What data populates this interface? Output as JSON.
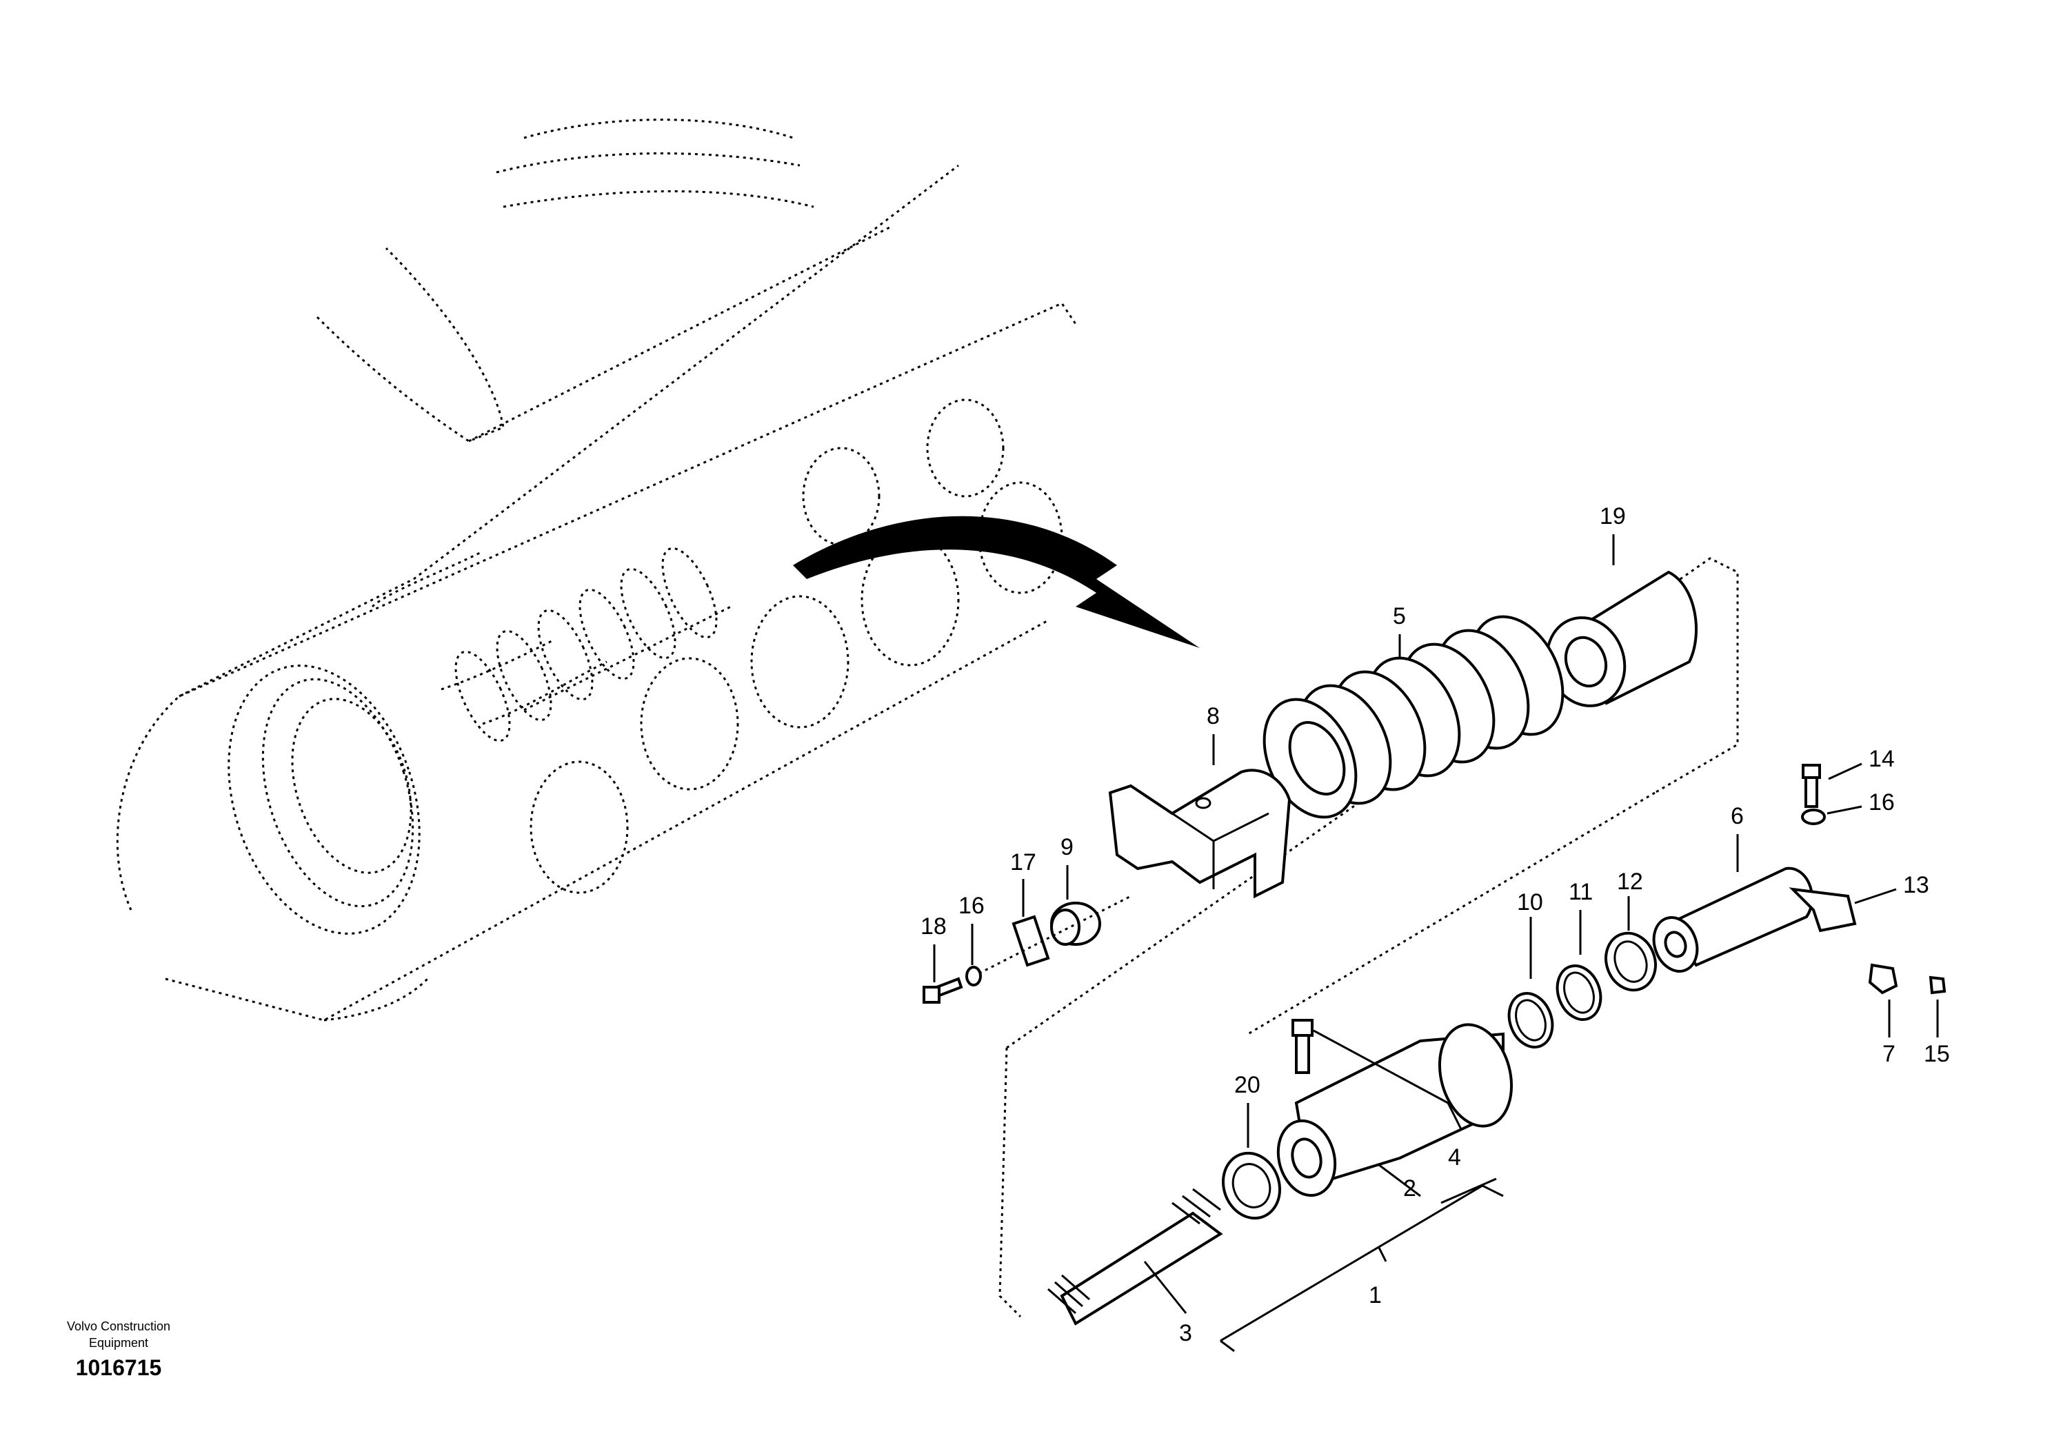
{
  "manufacturer_line1": "Volvo Construction",
  "manufacturer_line2": "Equipment",
  "drawing_number": "1016715",
  "callouts": {
    "n1": "1",
    "n2": "2",
    "n3": "3",
    "n4": "4",
    "n5": "5",
    "n6": "6",
    "n7": "7",
    "n8": "8",
    "n9": "9",
    "n10": "10",
    "n11": "11",
    "n12": "12",
    "n13": "13",
    "n14": "14",
    "n15": "15",
    "n16a": "16",
    "n16b": "16",
    "n17": "17",
    "n18": "18",
    "n19": "19",
    "n20": "20"
  }
}
